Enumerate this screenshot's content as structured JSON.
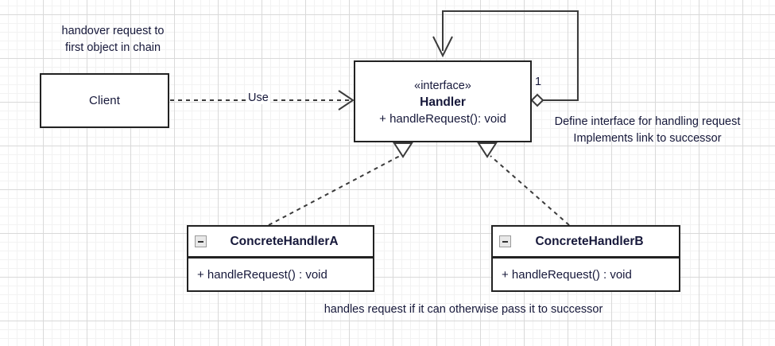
{
  "diagram": {
    "title": "Chain of Responsibility UML class diagram",
    "background": {
      "grid_minor_color": "#f2f2f2",
      "grid_major_color": "#d9d9d9",
      "canvas_color": "#ffffff"
    },
    "text_color": "#16183a",
    "stroke_color": "#222222"
  },
  "nodes": {
    "client": {
      "name": "Client",
      "kind": "class"
    },
    "handler": {
      "stereotype": "«interface»",
      "name": "Handler",
      "members": [
        "+ handleRequest(): void"
      ],
      "kind": "interface"
    },
    "concrete_a": {
      "name": "ConcreteHandlerA",
      "members": [
        "+ handleRequest() : void"
      ],
      "collapse_icon": "minus-icon",
      "kind": "class"
    },
    "concrete_b": {
      "name": "ConcreteHandlerB",
      "members": [
        "+ handleRequest() : void"
      ],
      "collapse_icon": "minus-icon",
      "kind": "class"
    }
  },
  "edges": {
    "use": {
      "label": "Use",
      "style": "dashed",
      "arrow": "open",
      "from": "Client",
      "to": "Handler"
    },
    "successor": {
      "multiplicity": "1",
      "style": "solid",
      "arrow": "open",
      "end_decoration": "hollow-diamond",
      "from": "Handler",
      "to": "Handler"
    },
    "realize_a": {
      "style": "dashed",
      "arrow": "hollow-triangle",
      "from": "ConcreteHandlerA",
      "to": "Handler"
    },
    "realize_b": {
      "style": "dashed",
      "arrow": "hollow-triangle",
      "from": "ConcreteHandlerB",
      "to": "Handler"
    }
  },
  "annotations": {
    "handover": [
      "handover request to",
      "first object in chain"
    ],
    "define": [
      "Define interface for handling request",
      "Implements link to successor"
    ],
    "handles": "handles request if it can otherwise pass it to successor"
  }
}
